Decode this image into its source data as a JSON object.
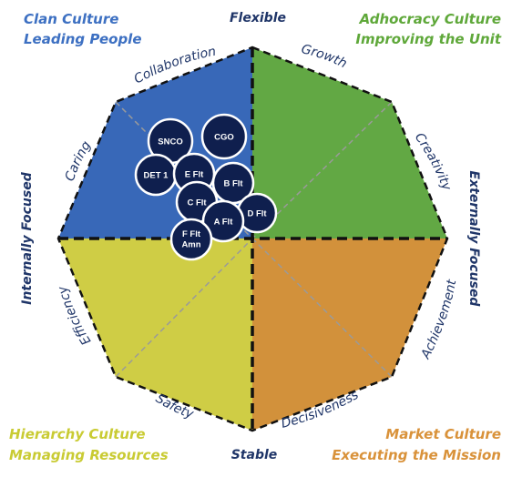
{
  "corners": {
    "top_left": {
      "line1": "Clan Culture",
      "line2": "Leading People",
      "color": "#3d70c2"
    },
    "top_right": {
      "line1": "Adhocracy Culture",
      "line2": "Improving the Unit",
      "color": "#5fa83a"
    },
    "bottom_left": {
      "line1": "Hierarchy Culture",
      "line2": "Managing Resources",
      "color": "#c9cb33"
    },
    "bottom_right": {
      "line1": "Market Culture",
      "line2": "Executing the Mission",
      "color": "#d9923a"
    }
  },
  "axes": {
    "top": "Flexible",
    "bottom": "Stable",
    "left": "Internally Focused",
    "right": "Externally Focused"
  },
  "edges": {
    "collaboration": "Collaboration",
    "growth": "Growth",
    "creativity": "Creativity",
    "achievement": "Achievement",
    "decisiveness": "Decisiveness",
    "safety": "Safety",
    "efficiency": "Efficiency",
    "caring": "Caring"
  },
  "quadrant_colors": {
    "clan": "#3868b8",
    "adhocracy": "#62a844",
    "hierarchy": "#cfcd45",
    "market": "#d2913b"
  },
  "units": [
    {
      "id": "snco",
      "line1": "SNCO",
      "line2": ""
    },
    {
      "id": "cgo",
      "line1": "CGO",
      "line2": ""
    },
    {
      "id": "det1",
      "line1": "DET 1",
      "line2": ""
    },
    {
      "id": "eflt",
      "line1": "E Flt",
      "line2": ""
    },
    {
      "id": "bflt",
      "line1": "B Flt",
      "line2": ""
    },
    {
      "id": "cflt",
      "line1": "C Flt",
      "line2": ""
    },
    {
      "id": "dflt",
      "line1": "D Flt",
      "line2": ""
    },
    {
      "id": "aflt",
      "line1": "A Flt",
      "line2": ""
    },
    {
      "id": "fflt",
      "line1": "F Flt",
      "line2": "Amn"
    }
  ],
  "unit_circle_color": "#0f1f4e"
}
